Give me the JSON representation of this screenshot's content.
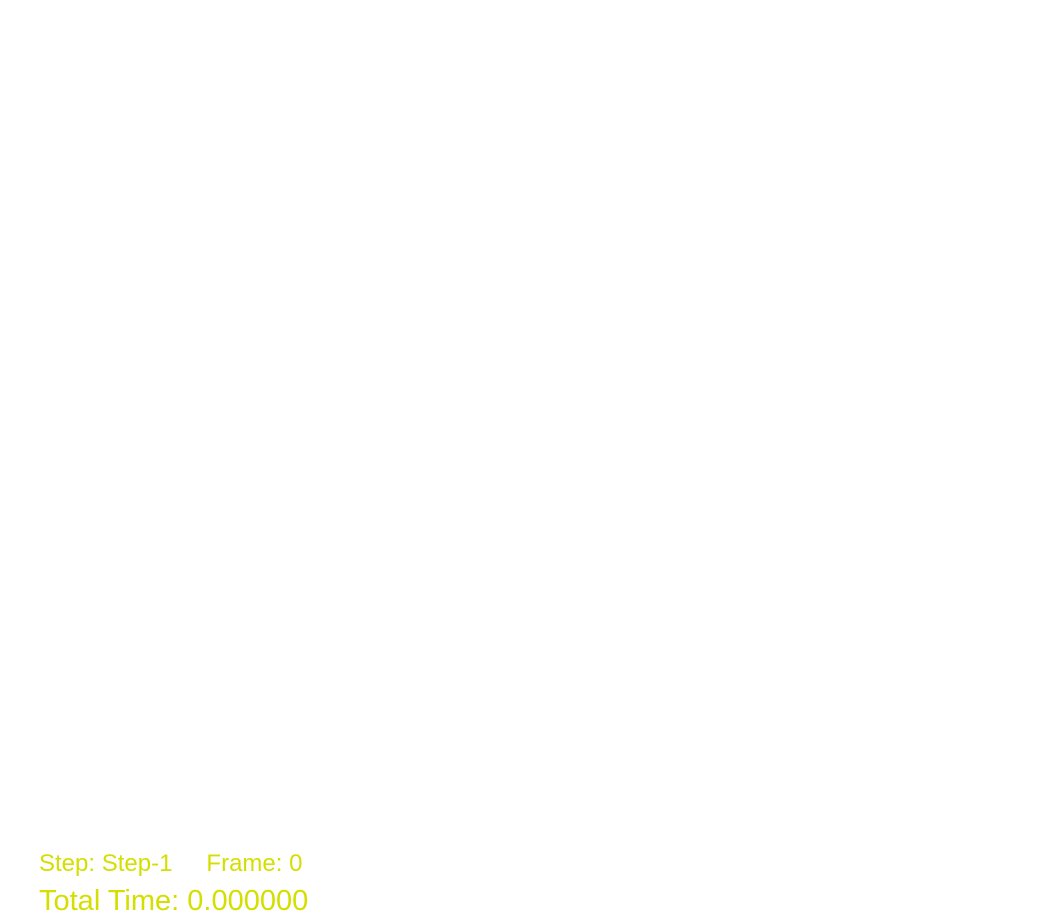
{
  "hud": {
    "step": "Step: Step-1",
    "frame": "Frame: 0",
    "total_time": "Total Time: 0.000000",
    "color": "#d4df00"
  }
}
